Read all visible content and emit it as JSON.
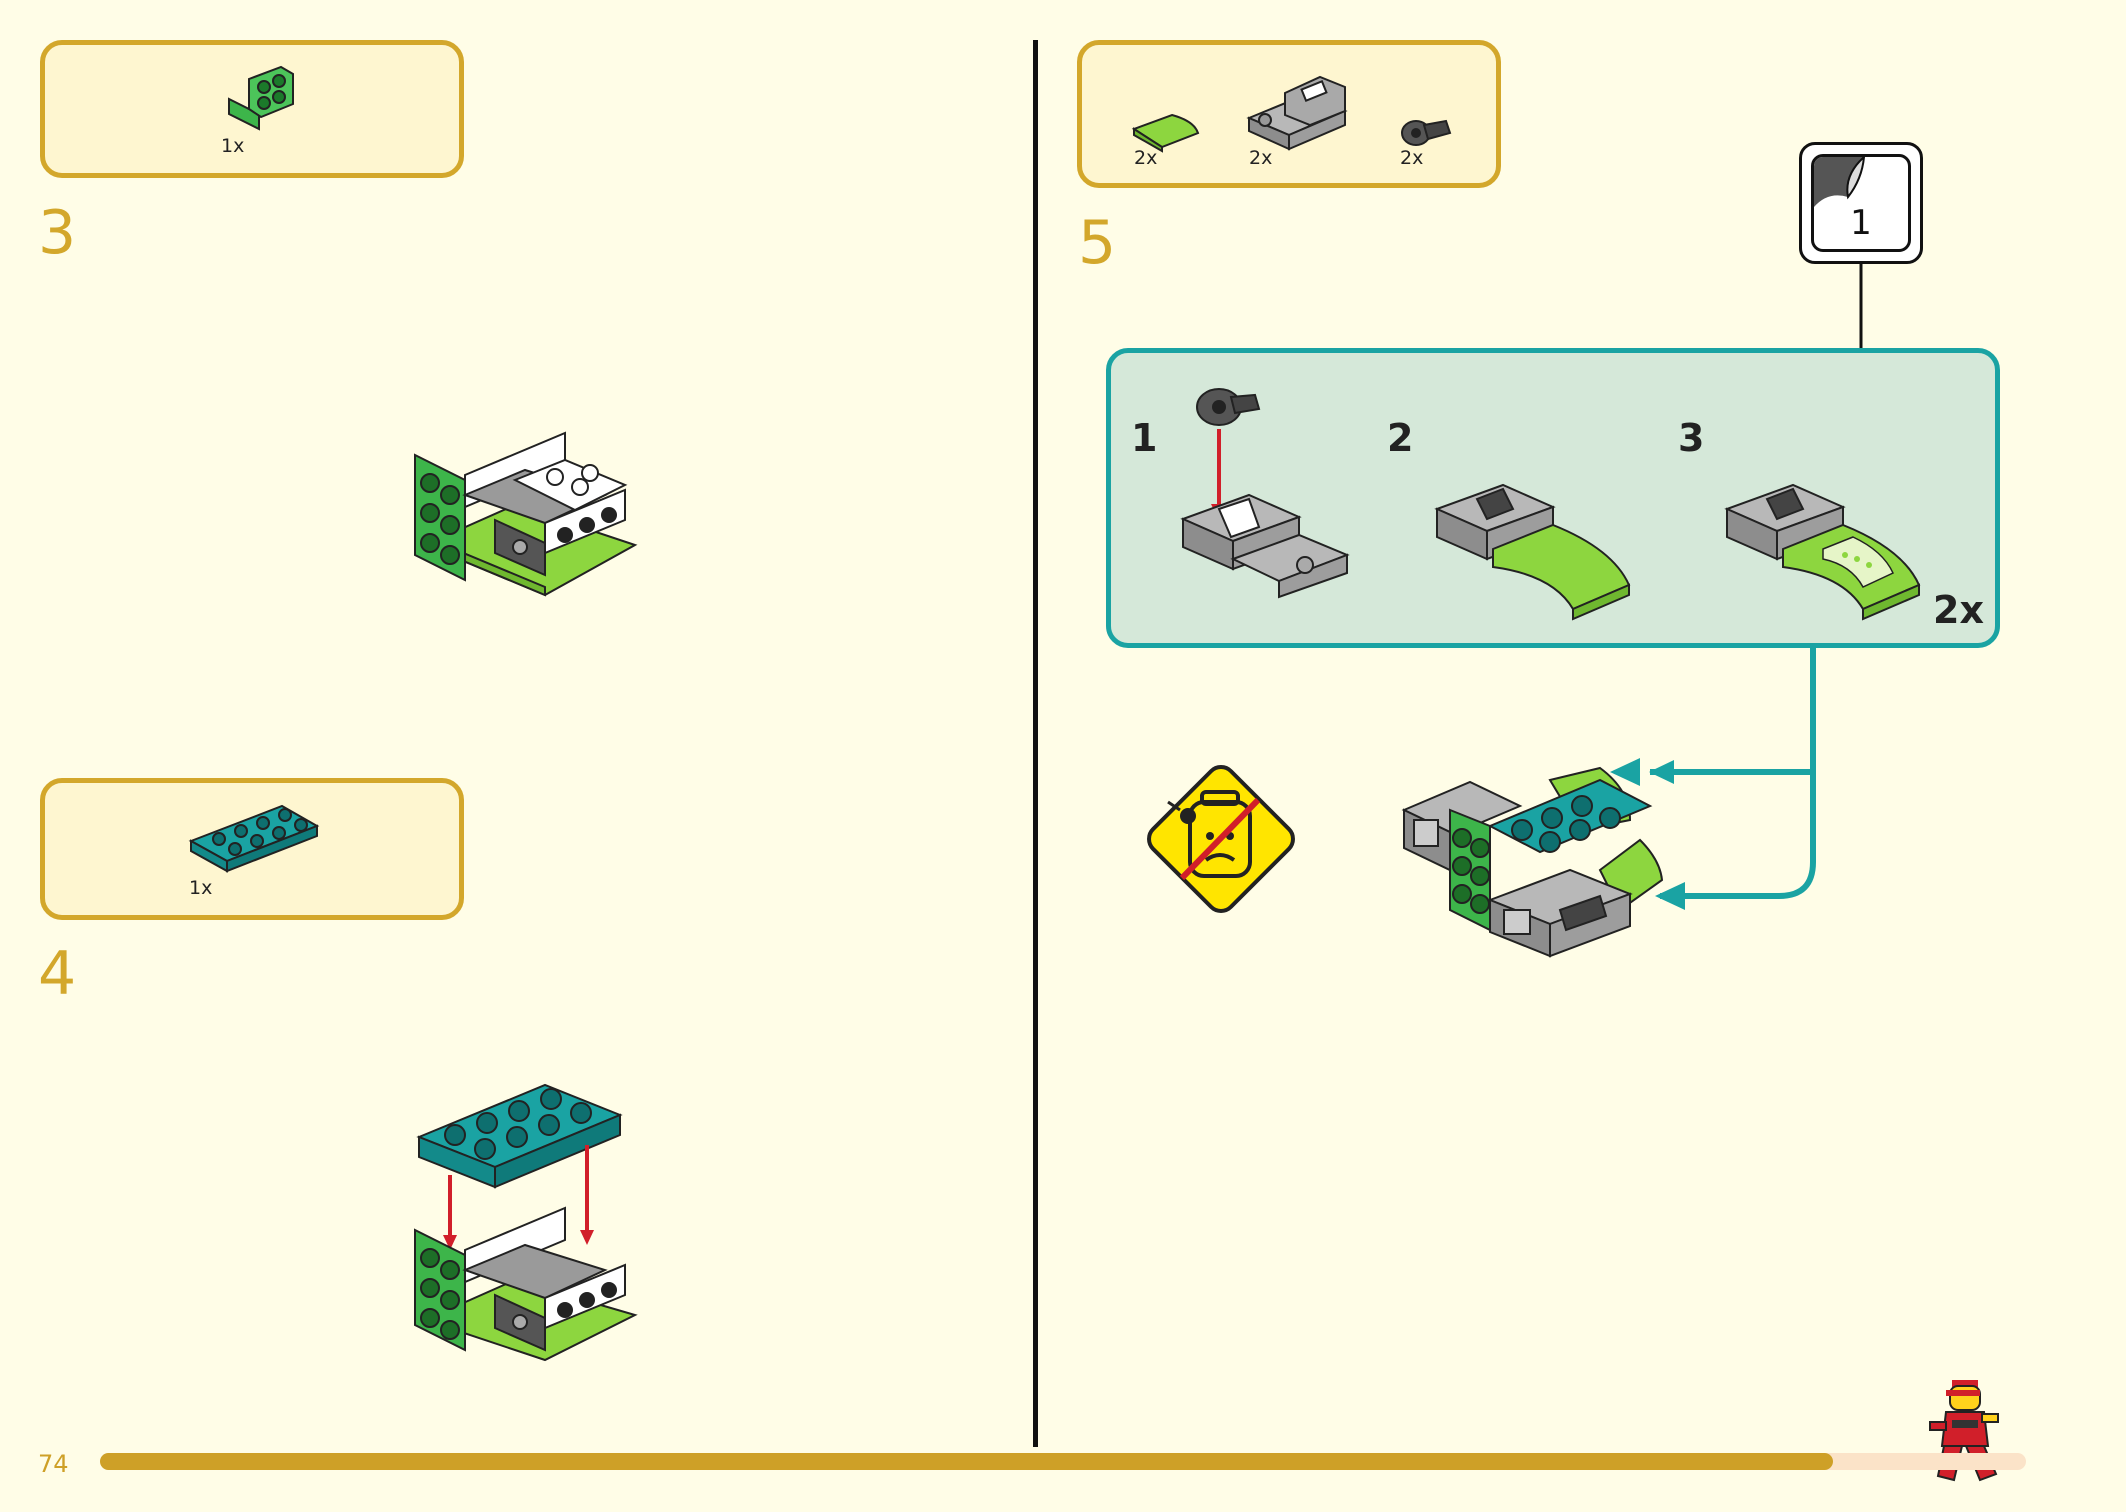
{
  "page": {
    "number": "74",
    "progress": 0.9,
    "accent": "#cea027"
  },
  "steps": [
    {
      "number": "3",
      "parts": [
        {
          "qty": "1x",
          "icon": "green-bracket-icon"
        }
      ]
    },
    {
      "number": "4",
      "parts": [
        {
          "qty": "1x",
          "icon": "teal-plate-2x4-icon"
        }
      ]
    },
    {
      "number": "5",
      "parts": [
        {
          "qty": "2x",
          "icon": "lime-curved-slope-icon"
        },
        {
          "qty": "2x",
          "icon": "grey-clip-plate-icon"
        },
        {
          "qty": "2x",
          "icon": "dark-grey-bar-holder-icon"
        }
      ],
      "substeps": [
        {
          "number": "1"
        },
        {
          "number": "2"
        },
        {
          "number": "3"
        }
      ],
      "multiplier": "2x",
      "sticker": {
        "number": "1"
      },
      "warning_icon": "no-sparks-warning-icon"
    }
  ],
  "colors": {
    "gold": "#d3a72b",
    "teal": "#1aa3a3",
    "green": "#3db54a",
    "lime": "#8dd63f",
    "teal_brick": "#138a8a",
    "red_arrow": "#d11f2a"
  }
}
